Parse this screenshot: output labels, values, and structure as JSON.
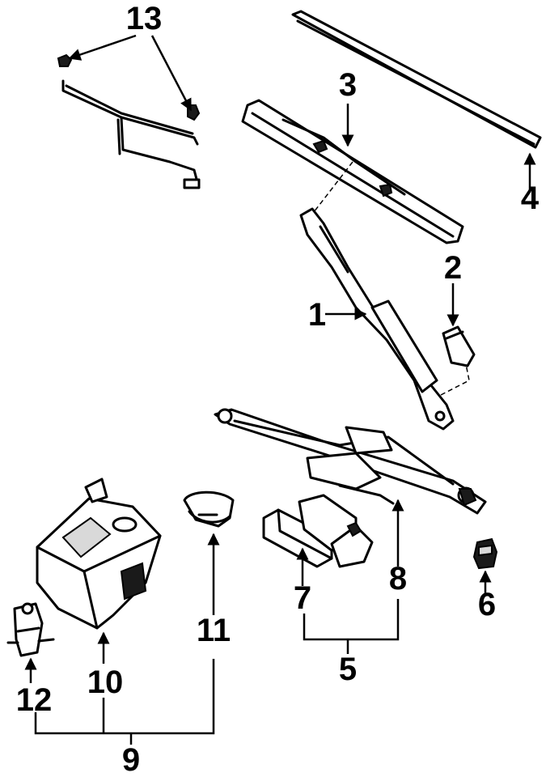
{
  "diagram": {
    "callouts": [
      {
        "id": "1",
        "text": "1"
      },
      {
        "id": "2",
        "text": "2"
      },
      {
        "id": "3",
        "text": "3"
      },
      {
        "id": "4",
        "text": "4"
      },
      {
        "id": "5",
        "text": "5"
      },
      {
        "id": "6",
        "text": "6"
      },
      {
        "id": "7",
        "text": "7"
      },
      {
        "id": "8",
        "text": "8"
      },
      {
        "id": "9",
        "text": "9"
      },
      {
        "id": "10",
        "text": "10"
      },
      {
        "id": "11",
        "text": "11"
      },
      {
        "id": "12",
        "text": "12"
      },
      {
        "id": "13",
        "text": "13"
      }
    ],
    "colors": {
      "ink": "#000000",
      "paper": "#ffffff"
    }
  }
}
